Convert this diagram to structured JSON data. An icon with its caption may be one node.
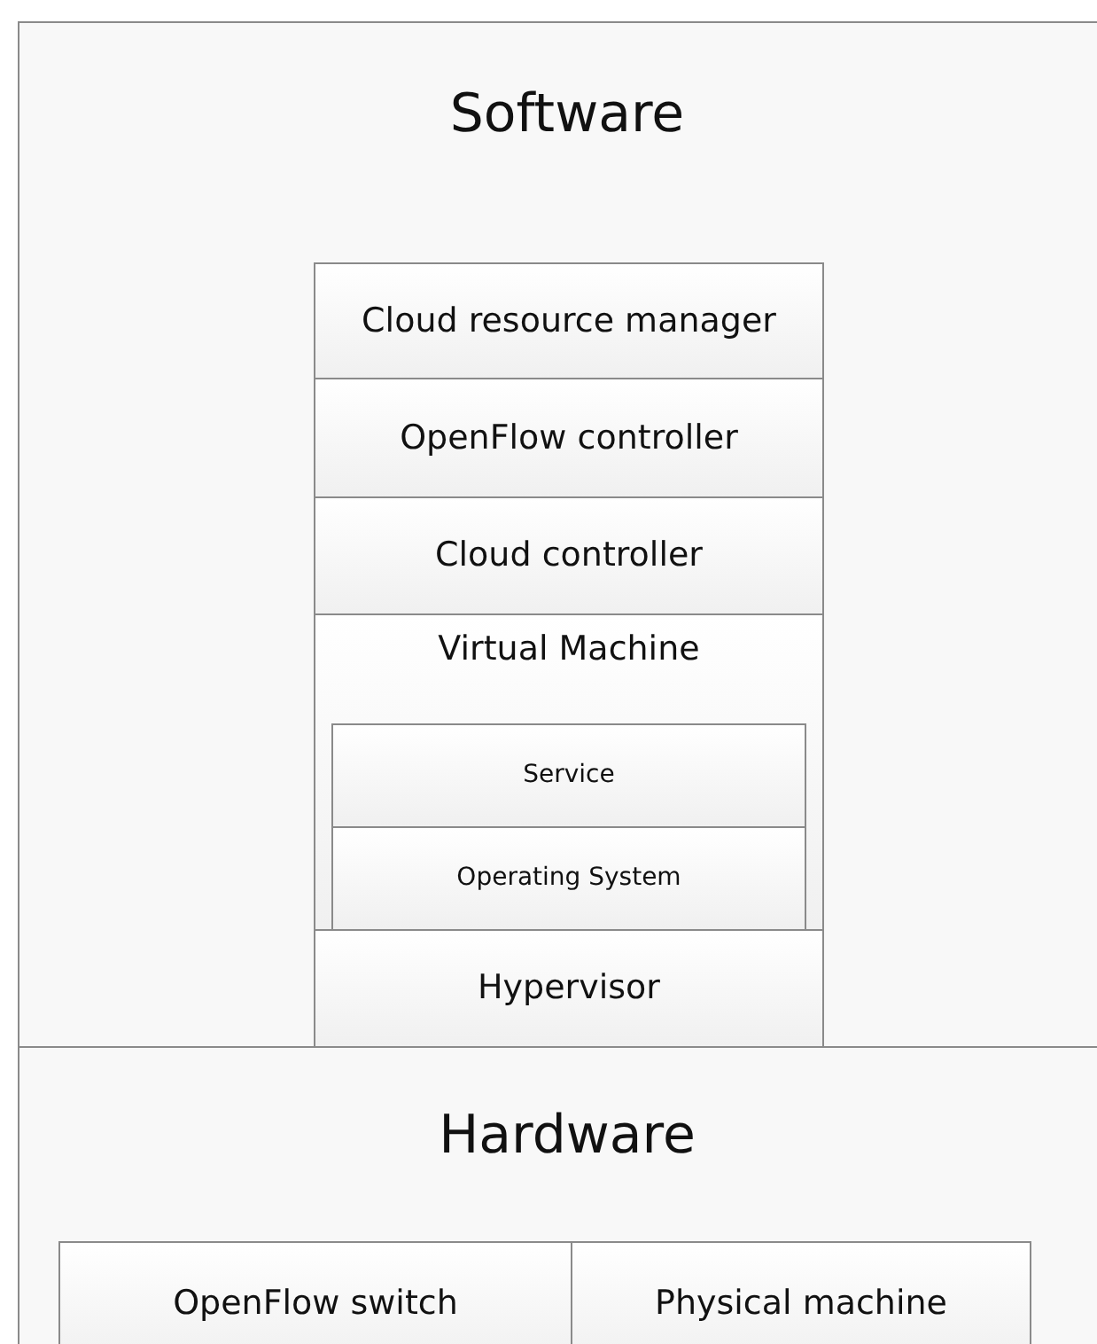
{
  "diagram": {
    "nodes": [
      {
        "text": [
          "Software"
        ]
      },
      {
        "text": [
          "Cloud resource manager"
        ],
        "in": 0
      },
      {
        "text": [
          "OpenFlow controller"
        ],
        "in": 0
      },
      {
        "text": [
          "Cloud controller"
        ],
        "in": 0
      },
      {
        "text": [
          "Virtual Machine"
        ],
        "in": 0
      },
      {
        "text": [
          "Service"
        ],
        "in": 4
      },
      {
        "text": [
          "Operating System"
        ],
        "in": 4
      },
      {
        "text": [
          "Hypervisor"
        ],
        "in": 0
      },
      {
        "text": [
          "Hardware"
        ]
      },
      {
        "text": [
          "OpenFlow switch"
        ],
        "in": 8
      },
      {
        "text": [
          "Physical machine"
        ],
        "in": 8
      }
    ]
  }
}
